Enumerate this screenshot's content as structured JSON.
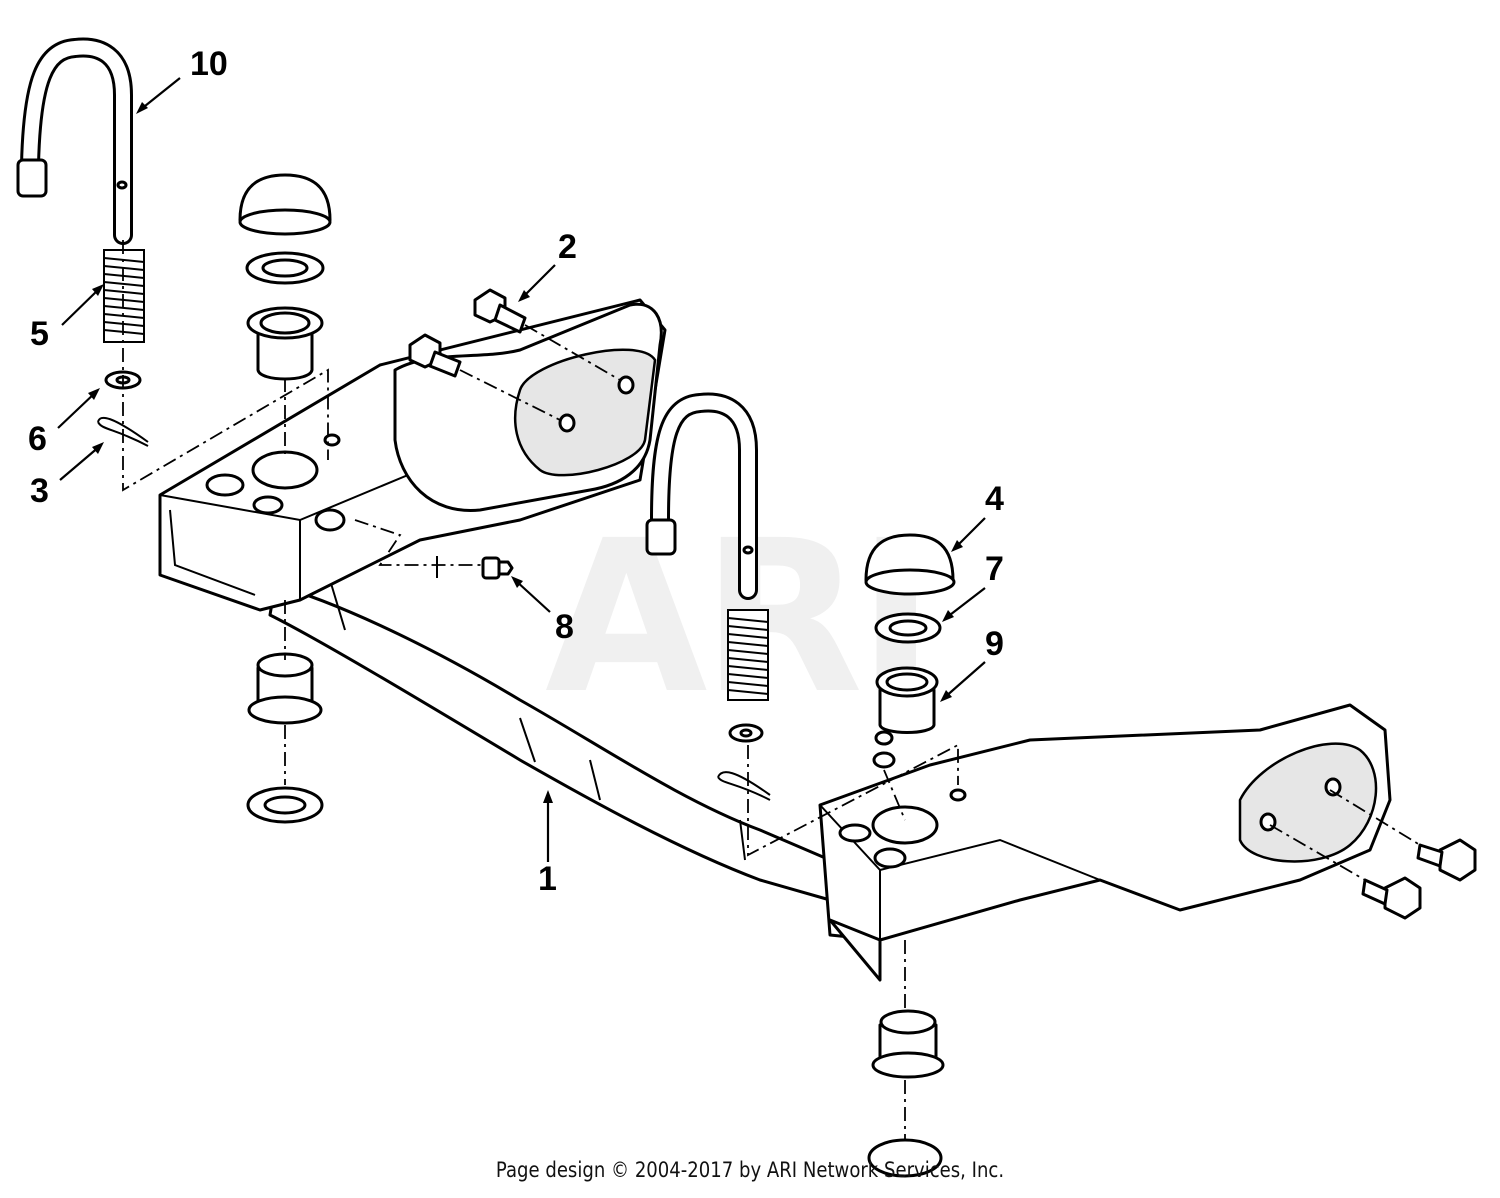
{
  "watermark": "ARI",
  "callouts": [
    {
      "id": "1",
      "label": "1"
    },
    {
      "id": "2",
      "label": "2"
    },
    {
      "id": "3",
      "label": "3"
    },
    {
      "id": "4",
      "label": "4"
    },
    {
      "id": "5",
      "label": "5"
    },
    {
      "id": "6",
      "label": "6"
    },
    {
      "id": "7",
      "label": "7"
    },
    {
      "id": "8",
      "label": "8"
    },
    {
      "id": "9",
      "label": "9"
    },
    {
      "id": "10",
      "label": "10"
    }
  ],
  "footer": "Page design © 2004-2017 by ARI Network Services, Inc."
}
